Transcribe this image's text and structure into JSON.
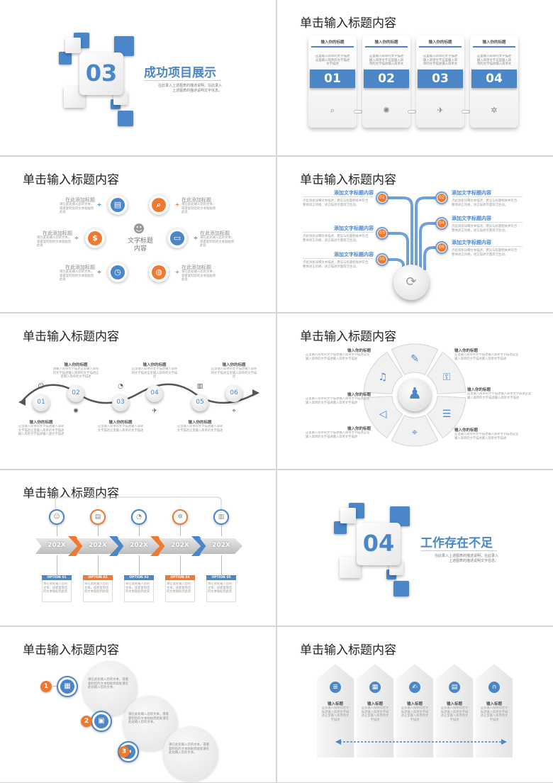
{
  "generic_title": "单击输入标题内容",
  "s1": {
    "num": "03",
    "heading": "成功项目展示",
    "desc1": "在此录入上述图表的描述说明，在此录入",
    "desc2": "上述图表的描述说明文字信息。"
  },
  "s2": {
    "cards": [
      {
        "title": "输入你的标题",
        "text": "这里输入简单的文字描述这里输入简单的文字描述文字描述",
        "num": "01",
        "icon": "search-icon"
      },
      {
        "title": "输入你的标题",
        "text": "这里输入简单的文字描述输入简单文字这里输入简单的文字描述输入简单文",
        "num": "02",
        "icon": "bulb-icon"
      },
      {
        "title": "输入你的标题",
        "text": "这里输入简单的文字描述输入简单文字这里输入简单的文字描述输入简单文",
        "num": "03",
        "icon": "plane-icon"
      },
      {
        "title": "输入你的标题",
        "text": "这里输入简单的文字描述输入简单文字这里输入简单的文字描述输入简单文",
        "num": "04",
        "icon": "gear-icon"
      }
    ]
  },
  "s3": {
    "center": "文字标题内容",
    "items": [
      {
        "label": "在此添加标题",
        "text": "请在此处输入您的文本，或者复制您的文本粘贴到此处",
        "color": "#4a86c8",
        "icon": "chart-icon"
      },
      {
        "label": "在此添加标题",
        "text": "请在此处输入您的文本，或者复制您的文本粘贴到此处",
        "color": "#ee7a32",
        "icon": "search-icon"
      },
      {
        "label": "在此添加标题",
        "text": "请在此处输入您的文本，或者复制您的文本粘贴到此处",
        "color": "#ee7a32",
        "icon": "dollar-icon"
      },
      {
        "label": "在此添加标题",
        "text": "请在此处输入您的文本，或者复制您的文本粘贴到此处",
        "color": "#4a86c8",
        "icon": "monitor-icon"
      },
      {
        "label": "在此添加标题",
        "text": "请在此处输入您的文本，或者复制您的文本粘贴到此处",
        "color": "#4a86c8",
        "icon": "clock-icon"
      },
      {
        "label": "在此添加标题",
        "text": "请在此处输入您的文本，或者复制您的文本粘贴到此处",
        "color": "#ee7a32",
        "icon": "globe-icon"
      }
    ]
  },
  "s4": {
    "items": [
      {
        "title": "添加文字标题内容",
        "num": "01",
        "text": "点此添加详细文本描述，建议与标题相关并符合整体语言风格，语言描述尽量简洁生动。"
      },
      {
        "title": "添加文字标题内容",
        "num": "02",
        "text": "点此添加详细文本描述，建议与标题相关并符合整体语言风格，语言描述尽量简洁生动。"
      },
      {
        "title": "添加文字标题内容",
        "num": "03",
        "text": "点此添加详细文本描述，建议与标题相关并符合整体语言风格，语言描述尽量简洁生动。"
      },
      {
        "title": "添加文字标题内容",
        "num": "04",
        "text": "点此添加详细文本描述，建议与标题相关并符合整体语言风格，语言描述尽量简洁生动。"
      },
      {
        "title": "添加文字标题内容",
        "num": "05",
        "text": "点此添加详细文本描述，建议与标题相关并符合整体语言风格，语言描述尽量简洁生动。"
      },
      {
        "title": "添加文字标题内容",
        "num": "06",
        "text": "点此添加详细文本描述，建议与标题相关并符合整体语言风格，语言描述尽量简洁生动。"
      }
    ]
  },
  "s5": {
    "items": [
      {
        "num": "01",
        "title": "输入你的标题",
        "text": "这里输入简单的文字描述输入简单文字描述这里输入简单的文字描述输入简单文字描述输入源文字描述"
      },
      {
        "num": "02",
        "title": "输入你的标题",
        "text": "请输入简单文字描述这里输入简单的文字描述输入简单的文字描述这里输入简单的文字描述"
      },
      {
        "num": "03",
        "title": "输入你的标题",
        "text": "这里输入简单的文字描述输入简单文字描述这里输入简单的文字描述"
      },
      {
        "num": "04",
        "title": "输入你的标题",
        "text": "这里输入简单的文字描述输入简单的文字描述这里输入简单的文字描述"
      },
      {
        "num": "05",
        "title": "输入你的标题",
        "text": "这里输入简单的文字描述输入简单文字描述这里输入简单的文字描述"
      },
      {
        "num": "06",
        "title": "输入你的标题",
        "text": "这里输入简单的文字描述输入简单的文字描述这里输入简单的文字描述"
      }
    ]
  },
  "s6": {
    "items": [
      {
        "title": "输入你的标题",
        "text": "这里输入简单的文字描述输入简单文字描述这里输入简单的文字描述输入简单文字描述"
      },
      {
        "title": "输入你的标题",
        "text": "这里输入简单的文字描述输入简单文字描述这里输入简单的文字描述输入简单文字描述"
      },
      {
        "title": "输入你的标题",
        "text": "这里输入简单的文字描述输入简单文字描述这里输入简单的文字描述输入简单文字描述"
      },
      {
        "title": "输入你的标题",
        "text": "这里输入简单的文字描述输入简单文字描述这里输入简单的文字描述输入简单文字描述"
      },
      {
        "title": "输入你的标题",
        "text": "这里输入简单的文字描述输入简单文字描述这里输入简单的文字描述输入简单文字描述"
      },
      {
        "title": "输入你的标题",
        "text": "这里输入简单的文字描述输入简单文字描述这里输入简单的文字描述输入简单文字描述"
      }
    ]
  },
  "s7": {
    "year": "202X",
    "items": [
      {
        "option": "OPTION 01",
        "text": "请在此处输入您的文本，或者复制您的文本粘贴到此处",
        "color": "#4a86c8",
        "icon": "user-icon"
      },
      {
        "option": "OPTION 02",
        "text": "请在此处输入您的文本，或者复制您的文本粘贴到此处",
        "color": "#ee7a32",
        "icon": "chart-icon"
      },
      {
        "option": "OPTION 03",
        "text": "请在此处输入您的文本，或者复制您的文本粘贴到此处",
        "color": "#4a86c8",
        "icon": "pie-icon"
      },
      {
        "option": "OPTION 04",
        "text": "请在此处输入您的文本，或者复制您的文本粘贴到此处",
        "color": "#ee7a32",
        "icon": "gear-icon"
      },
      {
        "option": "OPTION 05",
        "text": "请在此处输入您的文本，或者复制您的文本粘贴到此处",
        "color": "#4a86c8",
        "icon": "bar-icon"
      }
    ]
  },
  "s8": {
    "num": "04",
    "heading": "工作存在不足",
    "desc1": "在此录入上述图表的描述说明，在此录入",
    "desc2": "上述图表的描述说明文字信息。"
  },
  "s9": {
    "items": [
      {
        "num": "1",
        "text": "请在此处输入您的文本，或者复制您的文本粘贴到此处请在此处输入您的文本。"
      },
      {
        "num": "2",
        "text": "请在此处输入您的文本，或者复制您的文本粘贴到此处请在此处输入您的文本。"
      },
      {
        "num": "3",
        "text": "请在此处输入您的文本，或者复制您的文本粘贴到此处请在此处输入您的文本。"
      }
    ]
  },
  "s10": {
    "items": [
      {
        "title": "输入标题",
        "text": "这里输入简单的文字描述输入简单文字描述这里输入简单的文字描述"
      },
      {
        "title": "输入标题",
        "text": "这里输入简单的文字描述输入简单文字描述这里输入简单的文字描述"
      },
      {
        "title": "输入标题",
        "text": "这里输入简单的文字描述输入简单文字描述这里输入简单的文字描述"
      },
      {
        "title": "输入标题",
        "text": "这里输入简单的文字描述输入简单文字描述这里输入简单的文字描述"
      },
      {
        "title": "输入标题",
        "text": "这里输入简单的文字描述输入简单文字描述这里输入简单的文字描述"
      }
    ]
  }
}
